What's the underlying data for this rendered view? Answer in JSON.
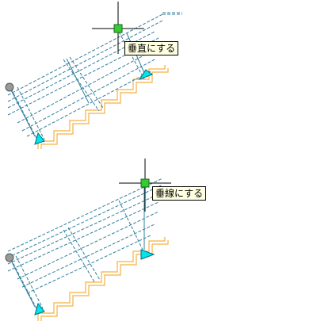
{
  "panels": [
    {
      "id": "top",
      "tooltip": "垂直にする",
      "grip_color": "#33cc33",
      "arrow_color": "#00e5ee",
      "stair_color": "#f5b041",
      "line_color": "#2f7f9f",
      "endpoint_color": "#999999"
    },
    {
      "id": "bottom",
      "tooltip": "垂線にする",
      "grip_color": "#33cc33",
      "arrow_color": "#00e5ee",
      "stair_color": "#f5b041",
      "line_color": "#2f7f9f",
      "endpoint_color": "#999999"
    }
  ]
}
